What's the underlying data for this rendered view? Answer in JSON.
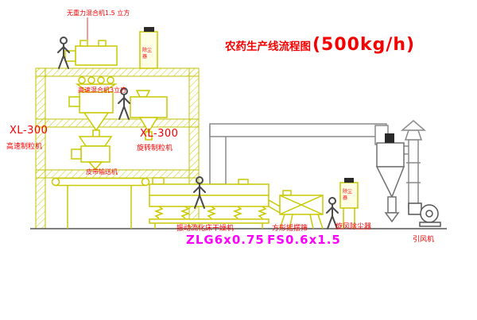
{
  "title": {
    "main": "农药生产线流程图",
    "capacity": "(500kg/h)"
  },
  "colors": {
    "label_red": "#f40000",
    "model_magenta": "#ff00ff",
    "equipment_yellow": "#c9c900",
    "duct_gray": "#8a8a8a"
  },
  "labels": {
    "top_mixer": "无重力混合机1.5 立方",
    "second_mixer": "高速混合机3立方",
    "left_granulator_model": "XL-300",
    "left_granulator_name": "高速制粒机",
    "mid_granulator_model": "XL-300",
    "mid_granulator_name": "旋转制粒机",
    "belt_conveyor": "皮带输送机",
    "dryer_name": "振动流化床干燥机",
    "dryer_model": "ZLG6x0.75",
    "sieve_name": "方形摇摆筛",
    "sieve_model": "FS0.6x1.5",
    "cyclone_name": "旋风除尘器",
    "fan_name": "引风机",
    "top_filter_text": "除尘器",
    "right_filter_text": "除尘器"
  }
}
